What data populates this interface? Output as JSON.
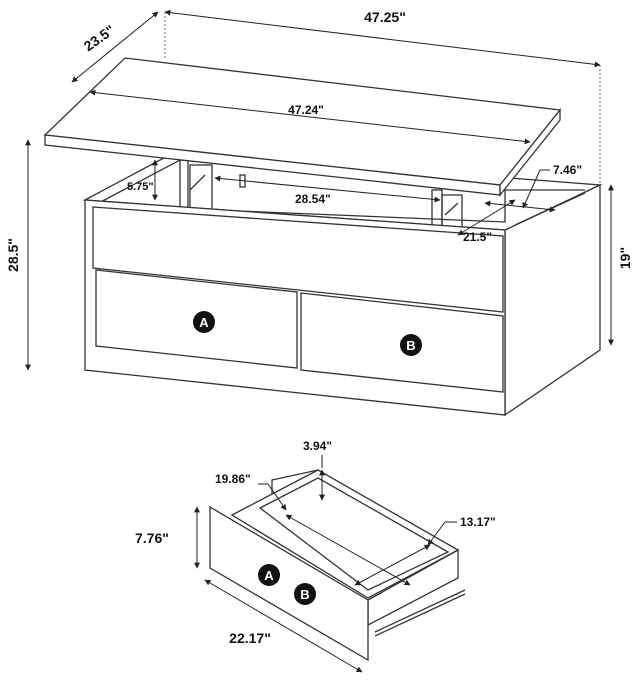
{
  "table": {
    "width_label": "47.25\"",
    "depth_label": "23.5\"",
    "top_length_label": "47.24\"",
    "height_label": "28.5\"",
    "lift_height_label": "5.75\"",
    "inner_width_label": "28.54\"",
    "side_width_label": "7.46\"",
    "side_depth_label": "21.5\"",
    "body_height_label": "19\""
  },
  "drawer": {
    "width_label": "19.86\"",
    "inner_height_label": "3.94\"",
    "depth_label": "13.17\"",
    "height_label": "7.76\"",
    "front_width_label": "22.17\""
  },
  "badges": {
    "a": "A",
    "b": "B"
  },
  "colors": {
    "line": "#333333",
    "badge": "#111111"
  }
}
